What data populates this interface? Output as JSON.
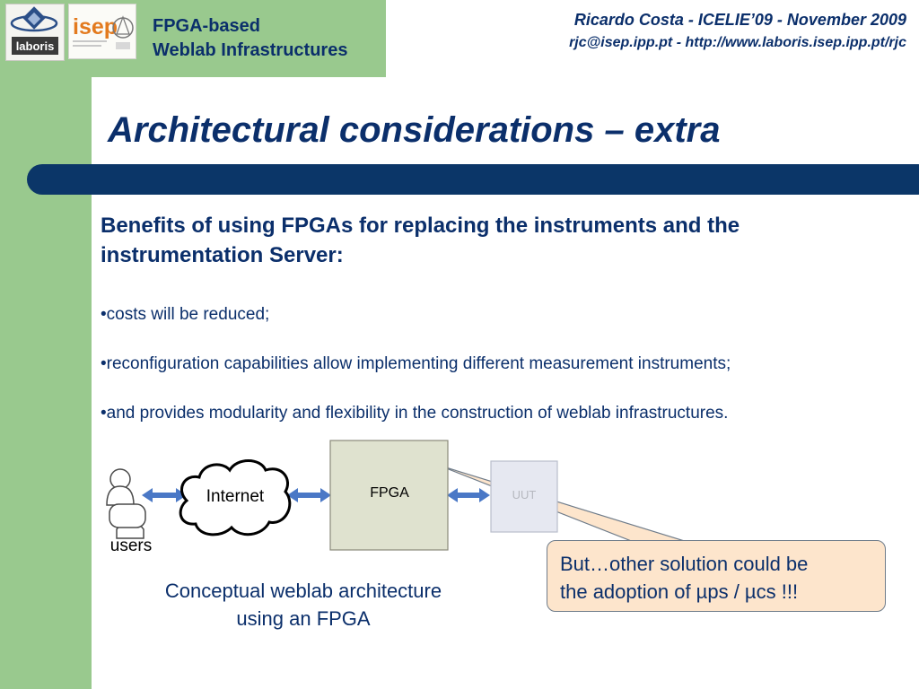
{
  "header": {
    "title_line1": "FPGA-based",
    "title_line2": "Weblab Infrastructures",
    "author_line1": "Ricardo Costa -  ICELIE’09 - November 2009",
    "author_line2": "rjc@isep.ipp.pt  - http://www.laboris.isep.ipp.pt/rjc",
    "logos": [
      "laboris",
      "isep"
    ]
  },
  "slide": {
    "title": "Architectural considerations – extra",
    "subheading": "Benefits of using FPGAs for replacing the instruments and the instrumentation Server:",
    "bullets": [
      "•costs will be reduced;",
      "•reconfiguration capabilities allow implementing different measurement instruments;",
      "•and provides modularity and flexibility in the construction of weblab infrastructures."
    ]
  },
  "diagram": {
    "users": "users",
    "internet": "Internet",
    "fpga": "FPGA",
    "uut": "UUT",
    "caption_line1": "Conceptual weblab architecture",
    "caption_line2": "using an FPGA",
    "callout_line1": "But…other solution could be",
    "callout_line2": "the adoption of µps / µcs !!!"
  },
  "colors": {
    "green": "#99c98e",
    "navy": "#0b2f6b",
    "bar": "#0b3668",
    "arrow": "#4a78c6",
    "callout_fill": "#fde5cc"
  }
}
